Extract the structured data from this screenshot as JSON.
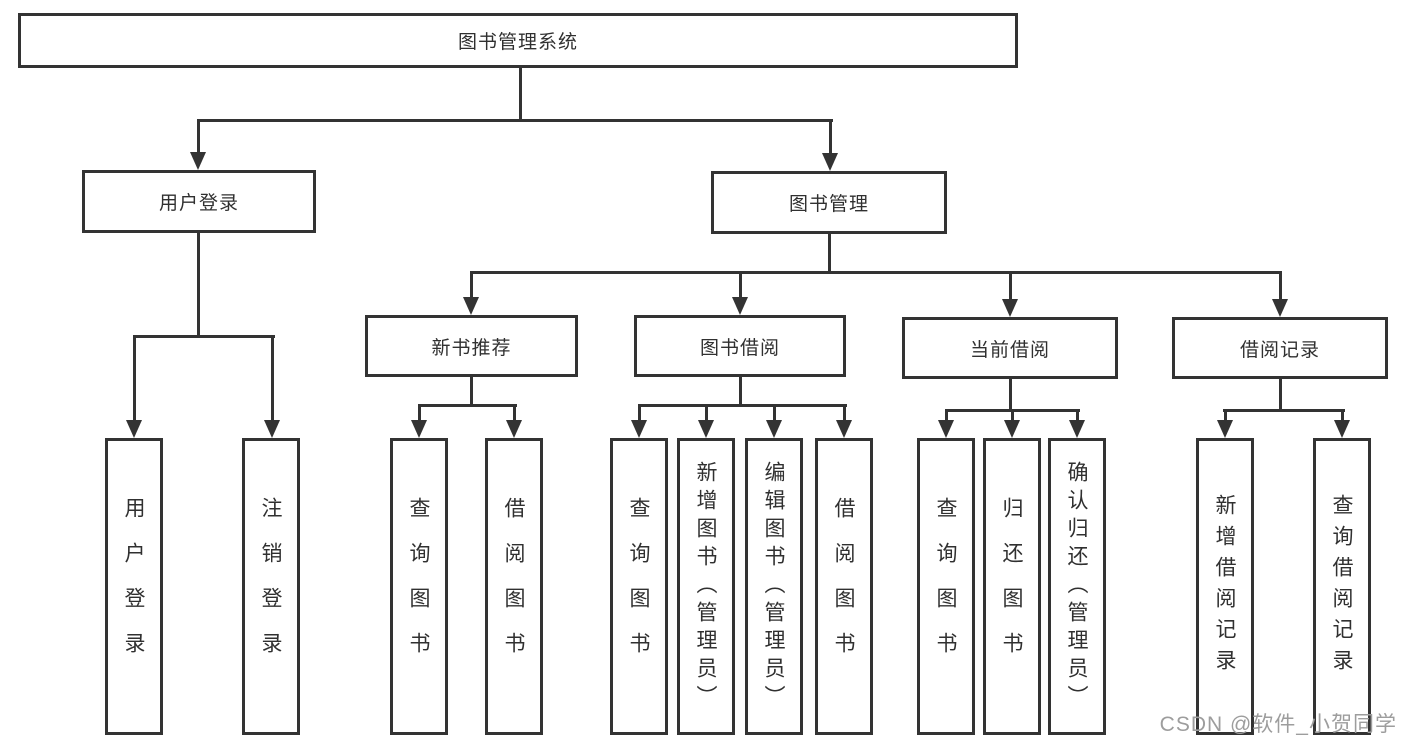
{
  "diagram": {
    "root_label": "图书管理系统",
    "level2": {
      "user_login": "用户登录",
      "book_management": "图书管理"
    },
    "level3": {
      "new_book_recommend": "新书推荐",
      "book_borrowing": "图书借阅",
      "current_borrowing": "当前借阅",
      "borrowing_records": "借阅记录"
    },
    "leaves": {
      "under_user_login": [
        "用户登录",
        "注销登录"
      ],
      "under_new_book_recommend": [
        "查询图书",
        "借阅图书"
      ],
      "under_book_borrowing": [
        "查询图书",
        "新增图书（管理员）",
        "编辑图书（管理员）",
        "借阅图书"
      ],
      "under_current_borrowing": [
        "查询图书",
        "归还图书",
        "确认归还（管理员）"
      ],
      "under_borrowing_records": [
        "新增借阅记录",
        "查询借阅记录"
      ]
    },
    "watermark": "CSDN @软件_小贺同学",
    "colors": {
      "line": "#333333",
      "text": "#303030",
      "box_background": "#ffffff",
      "page_background": "#ffffff",
      "watermark": "#9d9d9d"
    }
  }
}
